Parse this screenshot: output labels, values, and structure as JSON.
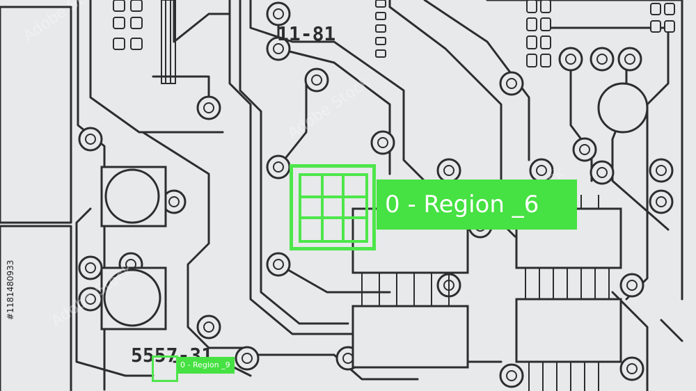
{
  "board_silkscreen": {
    "top_label": "11-81",
    "bottom_label": "5557-31"
  },
  "overlays": {
    "primary": {
      "label": "0 - Region _6"
    },
    "secondary": {
      "label": "0 - Region _9"
    }
  },
  "watermark": {
    "text": "Adobe Stock"
  },
  "stock_id": {
    "text": "#1181480933"
  },
  "colors": {
    "overlay_green": "#46e142",
    "trace_dark": "#2b2d2f",
    "board_background": "#e7e9ea"
  }
}
